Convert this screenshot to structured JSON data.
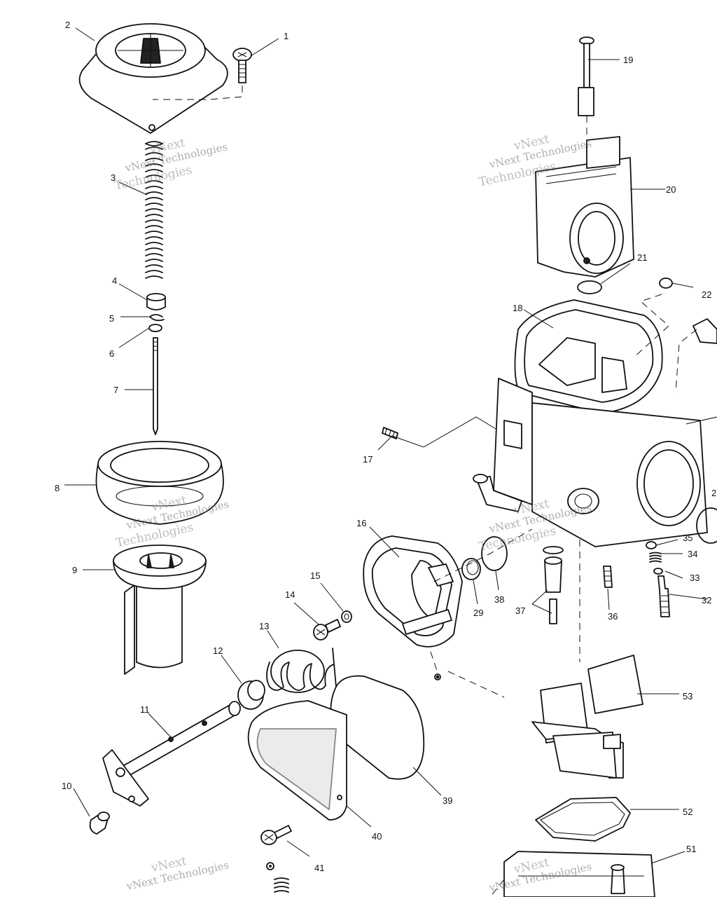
{
  "watermark": {
    "line1": "vNext",
    "line2": "vNext Technologies",
    "line3": "Technologies"
  },
  "labels": {
    "p1": "1",
    "p2": "2",
    "p3": "3",
    "p4": "4",
    "p5": "5",
    "p6": "6",
    "p7": "7",
    "p8": "8",
    "p9": "9",
    "p10": "10",
    "p11": "11",
    "p12": "12",
    "p13": "13",
    "p14": "14",
    "p15": "15",
    "p16": "16",
    "p17": "17",
    "p18": "18",
    "p19": "19",
    "p20": "20",
    "p21": "21",
    "p22": "22",
    "p29": "29",
    "p32": "32",
    "p33": "33",
    "p34": "34",
    "p35": "35",
    "p36": "36",
    "p37": "37",
    "p38": "38",
    "p39": "39",
    "p40": "40",
    "p41": "41",
    "p51": "51",
    "p52": "52",
    "p53": "53",
    "p2b": "2"
  }
}
